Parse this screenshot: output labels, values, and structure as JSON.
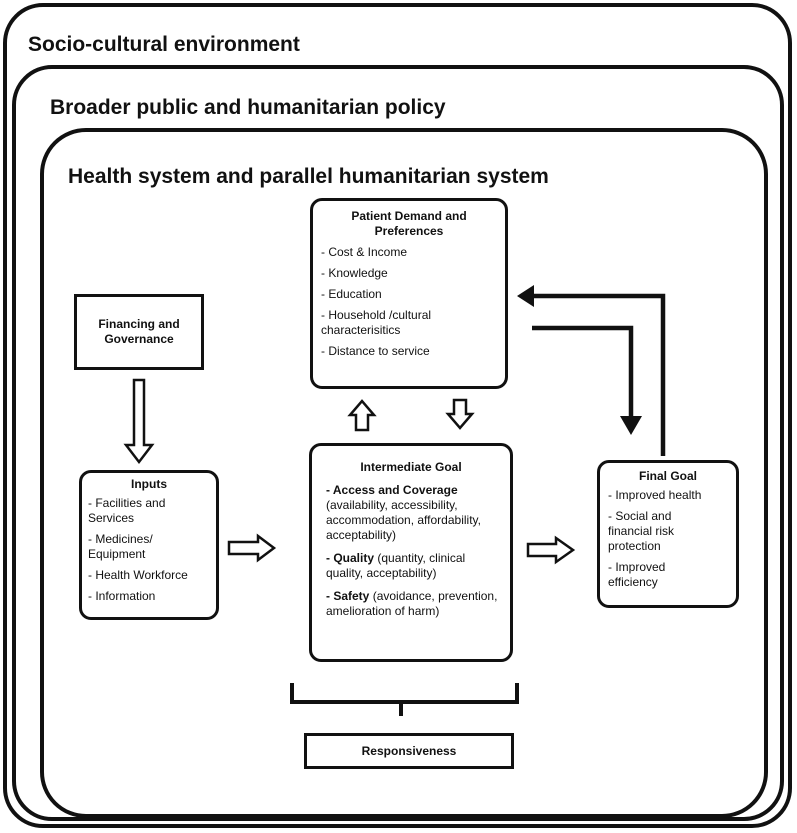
{
  "layers": {
    "outer": "Socio-cultural environment",
    "middle": "Broader public and humanitarian policy",
    "inner": "Health system and parallel humanitarian system"
  },
  "financing": {
    "line1": "Financing and",
    "line2": "Governance"
  },
  "demand": {
    "title_line1": "Patient Demand and",
    "title_line2": "Preferences",
    "items": [
      "- Cost & Income",
      "- Knowledge",
      "- Education",
      "- Household /cultural",
      "characterisitics",
      "- Distance to service"
    ]
  },
  "inputs": {
    "title": "Inputs",
    "items": [
      "- Facilities and",
      "Services",
      "- Medicines/",
      "Equipment",
      "- Health Workforce",
      "- Information"
    ]
  },
  "intermediate": {
    "title": "Intermediate Goal",
    "access_label": "- Access and Coverage",
    "access_text": "(availability, accessibility, accommodation, affordability, acceptability)",
    "quality_label": "- Quality",
    "quality_text": " (quantity, clinical quality, acceptability)",
    "safety_label": "- Safety",
    "safety_text": " (avoidance, prevention, amelioration of harm)"
  },
  "final": {
    "title": "Final Goal",
    "items": [
      "- Improved health",
      "- Social and",
      "financial risk",
      "protection",
      "- Improved",
      "efficiency"
    ]
  },
  "responsiveness": "Responsiveness"
}
